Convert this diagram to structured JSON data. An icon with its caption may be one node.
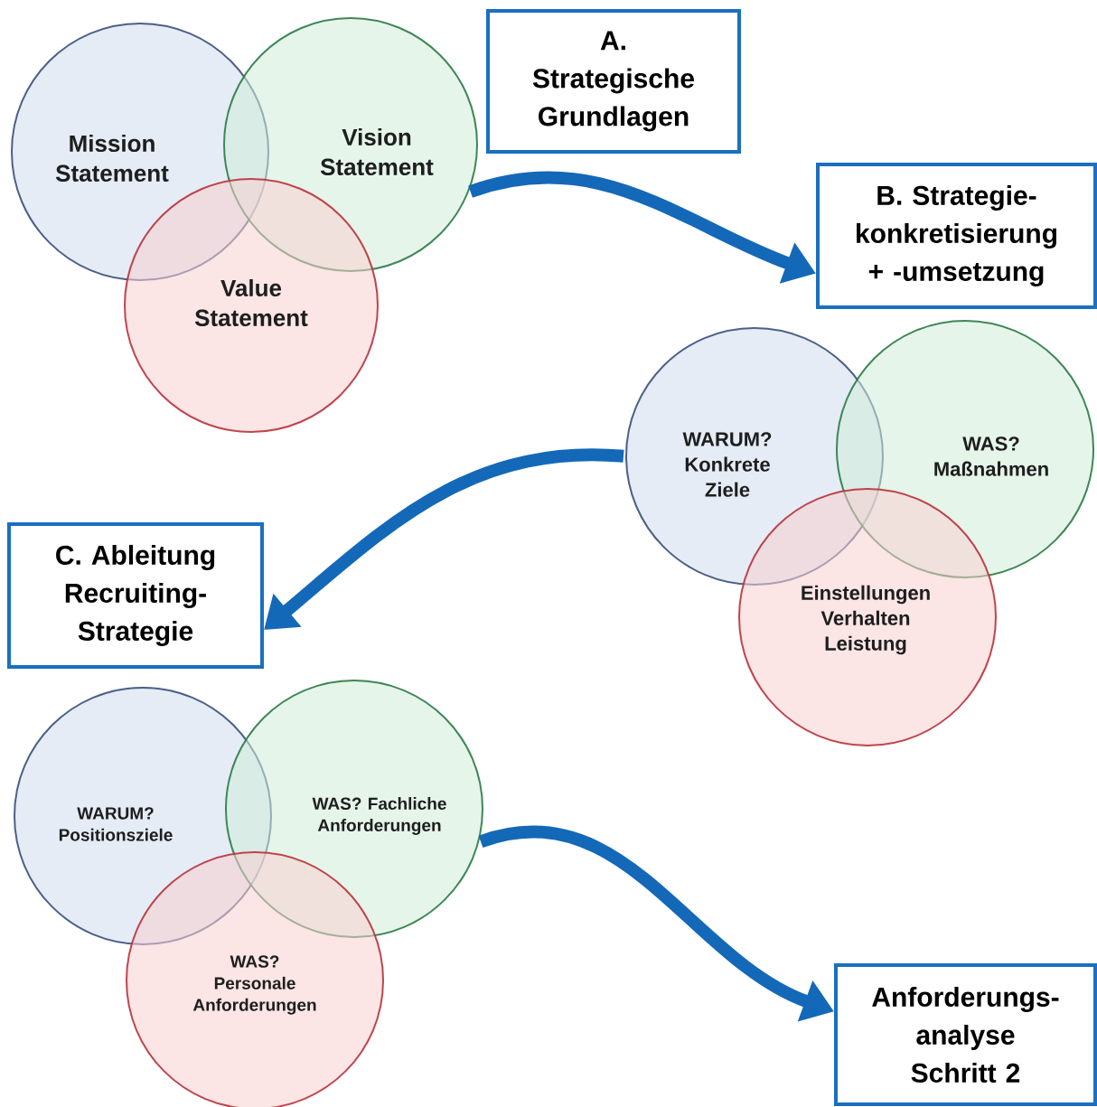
{
  "diagram": {
    "nodes": [
      {
        "text": [
          "A. Strategische Grundlagen"
        ]
      },
      {
        "text": [
          "Mission Statement"
        ]
      },
      {
        "text": [
          "Vision Statement"
        ]
      },
      {
        "text": [
          "Value Statement"
        ]
      },
      {
        "text": [
          "B. Strategie-konkretisierung + -umsetzung"
        ]
      },
      {
        "text": [
          "WARUM? Konkrete Ziele"
        ]
      },
      {
        "text": [
          "WAS? Maßnahmen"
        ]
      },
      {
        "text": [
          "Einstellungen Verhalten Leistung"
        ]
      },
      {
        "text": [
          "C. Ableitung Recruiting-Strategie"
        ]
      },
      {
        "text": [
          "WARUM? Positionsziele"
        ]
      },
      {
        "text": [
          "WAS? Fachliche Anforderungen"
        ]
      },
      {
        "text": [
          "WAS? Personale Anforderungen"
        ]
      },
      {
        "text": [
          "Anforderungs-analyse Schritt 2"
        ]
      }
    ],
    "edges": [
      {
        "from": 2,
        "to": 4,
        "arrow": "to"
      },
      {
        "from": 5,
        "to": 8,
        "arrow": "to"
      },
      {
        "from": 10,
        "to": 12,
        "arrow": "to"
      }
    ]
  }
}
